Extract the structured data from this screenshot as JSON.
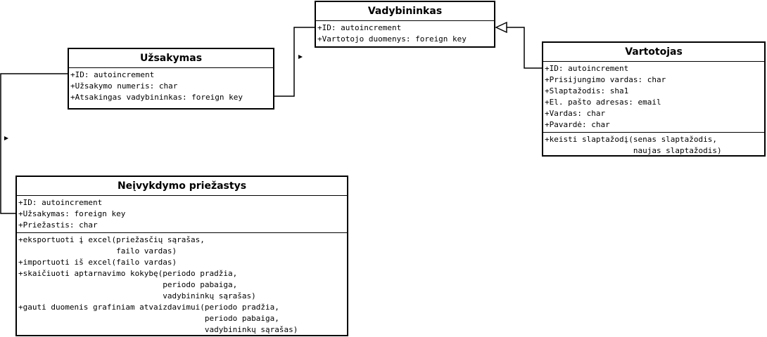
{
  "classes": {
    "vadybininkas": {
      "name": "Vadybininkas",
      "attributes": [
        "+ID: autoincrement",
        "+Vartotojo duomenys: foreign key"
      ]
    },
    "uzsakymas": {
      "name": "Užsakymas",
      "attributes": [
        "+ID: autoincrement",
        "+Užsakymo numeris: char",
        "+Atsakingas vadybininkas: foreign key"
      ]
    },
    "vartotojas": {
      "name": "Vartotojas",
      "attributes": [
        "+ID: autoincrement",
        "+Prisijungimo vardas: char",
        "+Slaptažodis: sha1",
        "+El. pašto adresas: email",
        "+Vardas: char",
        "+Pavardė: char"
      ],
      "methods": [
        "+keisti slaptažodį(senas slaptažodis,",
        "                   naujas slaptažodis)"
      ]
    },
    "neivykdymo": {
      "name": "Neįvykdymo priežastys",
      "attributes": [
        "+ID: autoincrement",
        "+Užsakymas: foreign key",
        "+Priežastis: char"
      ],
      "methods": [
        "+eksportuoti į excel(priežasčių sąrašas,",
        "                     failo vardas)",
        "+importuoti iš excel(failo vardas)",
        "+skaičiuoti aptarnavimo kokybę(periodo pradžia,",
        "                               periodo pabaiga,",
        "                               vadybininkų sąrašas)",
        "+gauti duomenis grafiniam atvaizdavimui(periodo pradžia,",
        "                                        periodo pabaiga,",
        "                                        vadybininkų sąrašas)"
      ]
    }
  },
  "relations": [
    {
      "from": "uzsakymas",
      "to": "vadybininkas",
      "kind": "association"
    },
    {
      "from": "neivykdymo",
      "to": "uzsakymas",
      "kind": "association"
    },
    {
      "from": "vartotojas",
      "to": "vadybininkas",
      "kind": "generalization"
    }
  ]
}
